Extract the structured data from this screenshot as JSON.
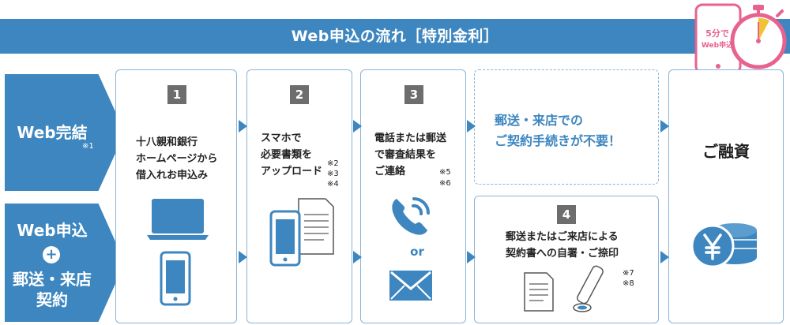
{
  "header": {
    "title": "Web申込の流れ［特別金利］"
  },
  "badge": {
    "line1": "5分で",
    "line2": "Web申込"
  },
  "categories": {
    "web_complete": {
      "label": "Web完結",
      "note": "※1"
    },
    "web_plus": {
      "line1": "Web申込",
      "plus": "+",
      "line2": "郵送・来店",
      "line3": "契約"
    }
  },
  "steps": [
    {
      "number": "1",
      "lines": [
        "十八親和銀行",
        "ホームページから",
        "借入れお申込み"
      ]
    },
    {
      "number": "2",
      "lines": [
        "スマホで",
        "必要書類を",
        "アップロード"
      ],
      "notes": [
        "※2",
        "※3",
        "※4"
      ]
    },
    {
      "number": "3",
      "lines": [
        "電話または郵送",
        "で審査結果を",
        "ご連絡"
      ],
      "notes": [
        "※5",
        "※6"
      ],
      "or": "or"
    },
    {
      "number": "4",
      "lines": [
        "郵送またはご来店による",
        "契約書への自署・ご捺印"
      ],
      "notes": [
        "※7",
        "※8"
      ]
    }
  ],
  "no_procedure": {
    "line1": "郵送・来店での",
    "line2": "ご契約手続きが不要！"
  },
  "final": {
    "label": "ご融資"
  },
  "colors": {
    "primary": "#3d86bf",
    "badge_pink": "#e8628f",
    "stopwatch_yellow": "#f1c232",
    "number_gray": "#6d6d6d"
  },
  "icons": [
    "laptop-icon",
    "smartphone-icon",
    "upload-phone-doc-icon",
    "phone-call-icon",
    "envelope-icon",
    "document-icon",
    "seal-stamp-icon",
    "yen-coins-icon",
    "stopwatch-icon",
    "phone-badge-icon"
  ]
}
